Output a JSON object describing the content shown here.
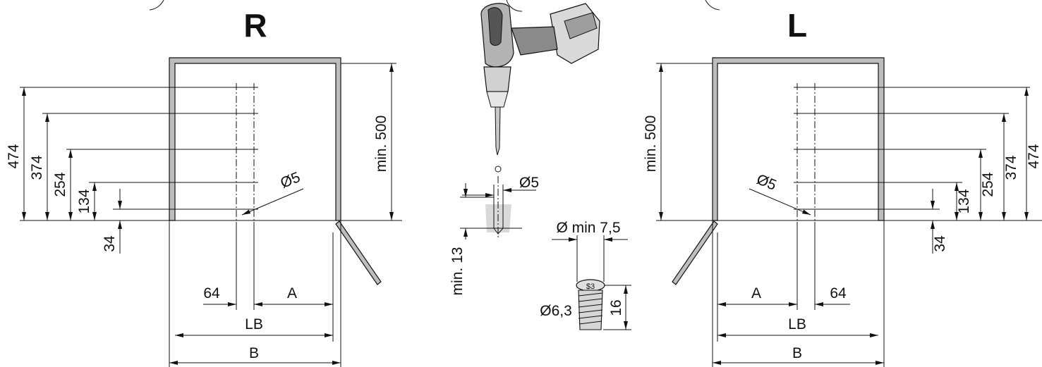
{
  "left_diagram": {
    "title": "R",
    "heights": [
      "474",
      "374",
      "254",
      "134",
      "34"
    ],
    "min_depth": "min. 500",
    "hole_dia": "Ø5",
    "offset": "64",
    "a_label": "A",
    "lb_label": "LB",
    "b_label": "B"
  },
  "center_detail": {
    "hole_dia": "Ø5",
    "min_depth": "min. 13",
    "screw_head": "Ø min 7,5",
    "screw_dia": "Ø6,3",
    "screw_len": "16",
    "head_mark": "$3"
  },
  "right_diagram": {
    "title": "L",
    "heights": [
      "474",
      "374",
      "254",
      "134",
      "34"
    ],
    "min_depth": "min. 500",
    "hole_dia": "Ø5",
    "offset": "64",
    "a_label": "A",
    "lb_label": "LB",
    "b_label": "B"
  }
}
